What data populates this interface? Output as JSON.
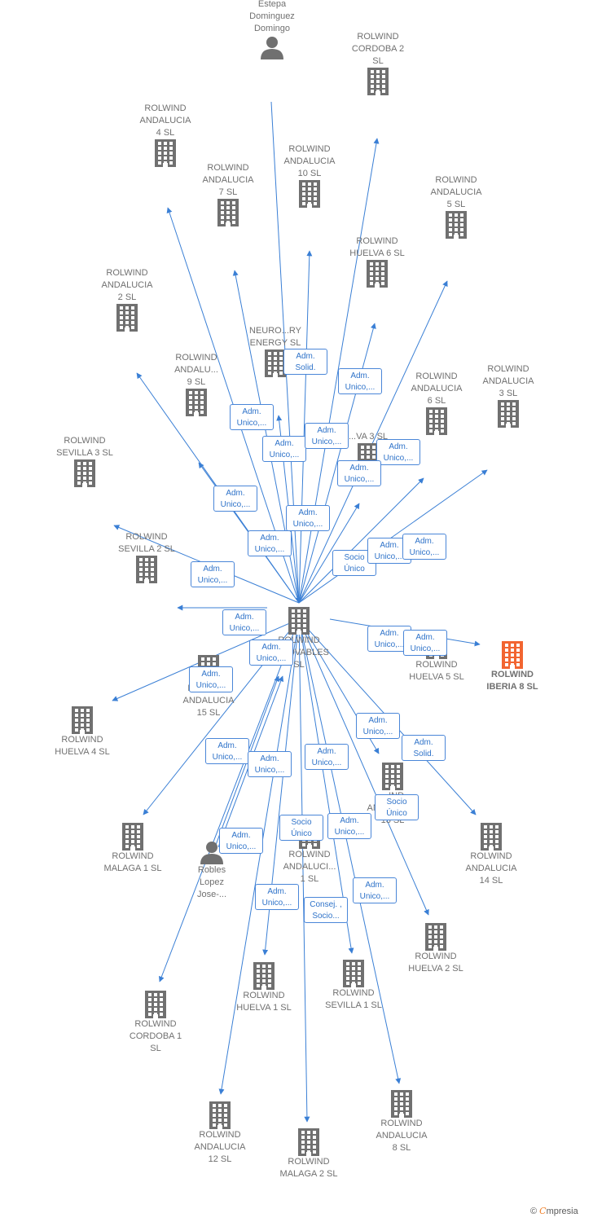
{
  "colors": {
    "edge": "#3a7fd5",
    "node": "#707070",
    "highlight": "#f26531",
    "relation_text": "#2f73c9"
  },
  "center": {
    "label": "ROLWIND\nRENOVABLES\nSL",
    "icon": "building-icon"
  },
  "nodes": [
    {
      "id": "estepa",
      "label": "Estepa\nDominguez\nDomingo",
      "icon": "person-icon"
    },
    {
      "id": "cordoba2",
      "label": "ROLWIND\nCORDOBA 2\nSL",
      "icon": "building-icon"
    },
    {
      "id": "and4",
      "label": "ROLWIND\nANDALUCIA\n4  SL",
      "icon": "building-icon"
    },
    {
      "id": "and10",
      "label": "ROLWIND\nANDALUCIA\n10  SL",
      "icon": "building-icon"
    },
    {
      "id": "and7",
      "label": "ROLWIND\nANDALUCIA\n7  SL",
      "icon": "building-icon"
    },
    {
      "id": "and5",
      "label": "ROLWIND\nANDALUCIA\n5  SL",
      "icon": "building-icon"
    },
    {
      "id": "huelva6",
      "label": "ROLWIND\nHUELVA 6  SL",
      "icon": "building-icon"
    },
    {
      "id": "and2",
      "label": "ROLWIND\nANDALUCIA\n2  SL",
      "icon": "building-icon"
    },
    {
      "id": "neuro",
      "label": "NEURO...RY\nENERGY  SL",
      "icon": "building-icon"
    },
    {
      "id": "and9",
      "label": "ROLWIND\nANDALU...\n9  SL",
      "icon": "building-icon"
    },
    {
      "id": "and6",
      "label": "ROLWIND\nANDALUCIA\n6  SL",
      "icon": "building-icon"
    },
    {
      "id": "and3",
      "label": "ROLWIND\nANDALUCIA\n3  SL",
      "icon": "building-icon"
    },
    {
      "id": "va3",
      "label": "...VA 3  SL",
      "icon": "building-icon"
    },
    {
      "id": "sevilla3",
      "label": "ROLWIND\nSEVILLA 3  SL",
      "icon": "building-icon"
    },
    {
      "id": "sevilla2",
      "label": "ROLWIND\nSEVILLA 2  SL",
      "icon": "building-icon"
    },
    {
      "id": "huelva5",
      "label": "ROLWIND\nHUELVA 5  SL",
      "icon": "building-icon"
    },
    {
      "id": "iberia8",
      "label": "ROLWIND\nIBERIA 8  SL",
      "icon": "building-icon"
    },
    {
      "id": "and15",
      "label": "ROLWIND\nANDALUCIA\n15  SL",
      "icon": "building-icon"
    },
    {
      "id": "huelva4",
      "label": "ROLWIND\nHUELVA 4  SL",
      "icon": "building-icon"
    },
    {
      "id": "and13",
      "label": "...IND\nANDALUCIA\n13  SL",
      "icon": "building-icon"
    },
    {
      "id": "and14",
      "label": "ROLWIND\nANDALUCIA\n14  SL",
      "icon": "building-icon"
    },
    {
      "id": "malaga1",
      "label": "ROLWIND\nMALAGA 1  SL",
      "icon": "building-icon"
    },
    {
      "id": "robles",
      "label": "Robles\nLopez\nJose-...",
      "icon": "person-icon"
    },
    {
      "id": "and1",
      "label": "ROLWIND\nANDALUCI...\n1 SL",
      "icon": "building-icon"
    },
    {
      "id": "huelva2",
      "label": "ROLWIND\nHUELVA 2  SL",
      "icon": "building-icon"
    },
    {
      "id": "huelva1",
      "label": "ROLWIND\nHUELVA 1  SL",
      "icon": "building-icon"
    },
    {
      "id": "sevilla1",
      "label": "ROLWIND\nSEVILLA 1  SL",
      "icon": "building-icon"
    },
    {
      "id": "cordoba1",
      "label": "ROLWIND\nCORDOBA 1\nSL",
      "icon": "building-icon"
    },
    {
      "id": "and12",
      "label": "ROLWIND\nANDALUCIA\n12  SL",
      "icon": "building-icon"
    },
    {
      "id": "malaga2",
      "label": "ROLWIND\nMALAGA 2  SL",
      "icon": "building-icon"
    },
    {
      "id": "and8",
      "label": "ROLWIND\nANDALUCIA\n8  SL",
      "icon": "building-icon"
    }
  ],
  "relations": [
    "Adm.\nSolid.",
    "Adm.\nUnico,...",
    "Adm.\nUnico,...",
    "Adm.\nUnico,...",
    "Adm.\nUnico,...",
    "Adm.\nUnico,...",
    "Adm.\nUnico,...",
    "Adm.\nUnico,...",
    "Adm.\nUnico,...",
    "Adm.\nUnico,...",
    "Adm.\nUnico,...",
    "Socio\nÚnico",
    "Adm.\nUnico,...",
    "Adm.\nUnico,...",
    "Adm.\nUnico,...",
    "Adm.\nUnico,...",
    "Adm.\nUnico,...",
    "Adm.\nUnico,...",
    "Adm.\nUnico,...",
    "Adm.\nUnico,...",
    "Adm.\nUnico,...",
    "Adm.\nUnico,...",
    "Adm.\nSolid.",
    "Adm.\nUnico,...",
    "Socio\nÚnico",
    "Adm.\nUnico,...",
    "Socio\nÚnico",
    "Adm.\nUnico,...",
    "Adm.\nUnico,...",
    "Adm.\nUnico,...",
    "Consej. ,\nSocio..."
  ],
  "footer": {
    "copyright": "©",
    "brand_first": "C",
    "brand_rest": "mpresia"
  }
}
